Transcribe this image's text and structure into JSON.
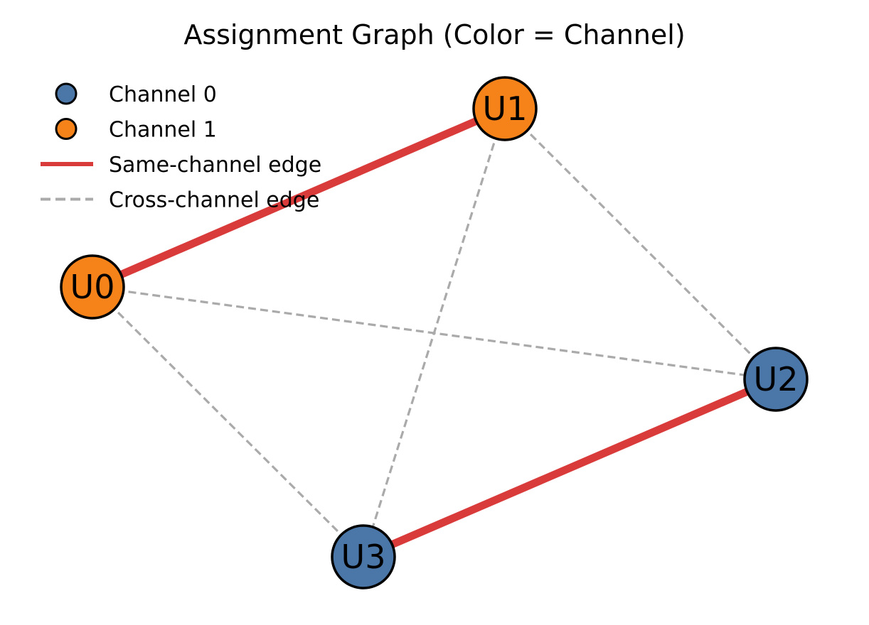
{
  "title": "Assignment Graph (Color = Channel)",
  "colors": {
    "channel_0": "#4a76a8",
    "channel_1": "#f5831a",
    "same_channel_edge": "#d93b3b",
    "cross_channel_edge": "#aaaaaa",
    "node_outline": "#000000"
  },
  "legend": [
    {
      "label": "Channel 0",
      "kind": "node",
      "channel": 0
    },
    {
      "label": "Channel 1",
      "kind": "node",
      "channel": 1
    },
    {
      "label": "Same-channel edge",
      "kind": "solid-line"
    },
    {
      "label": "Cross-channel edge",
      "kind": "dashed-line"
    }
  ],
  "nodes": [
    {
      "id": "U0",
      "label": "U0",
      "channel": 1
    },
    {
      "id": "U1",
      "label": "U1",
      "channel": 1
    },
    {
      "id": "U2",
      "label": "U2",
      "channel": 0
    },
    {
      "id": "U3",
      "label": "U3",
      "channel": 0
    }
  ],
  "edges": [
    {
      "from": "U0",
      "to": "U1",
      "type": "same-channel"
    },
    {
      "from": "U2",
      "to": "U3",
      "type": "same-channel"
    },
    {
      "from": "U0",
      "to": "U2",
      "type": "cross-channel"
    },
    {
      "from": "U0",
      "to": "U3",
      "type": "cross-channel"
    },
    {
      "from": "U1",
      "to": "U2",
      "type": "cross-channel"
    },
    {
      "from": "U1",
      "to": "U3",
      "type": "cross-channel"
    }
  ]
}
